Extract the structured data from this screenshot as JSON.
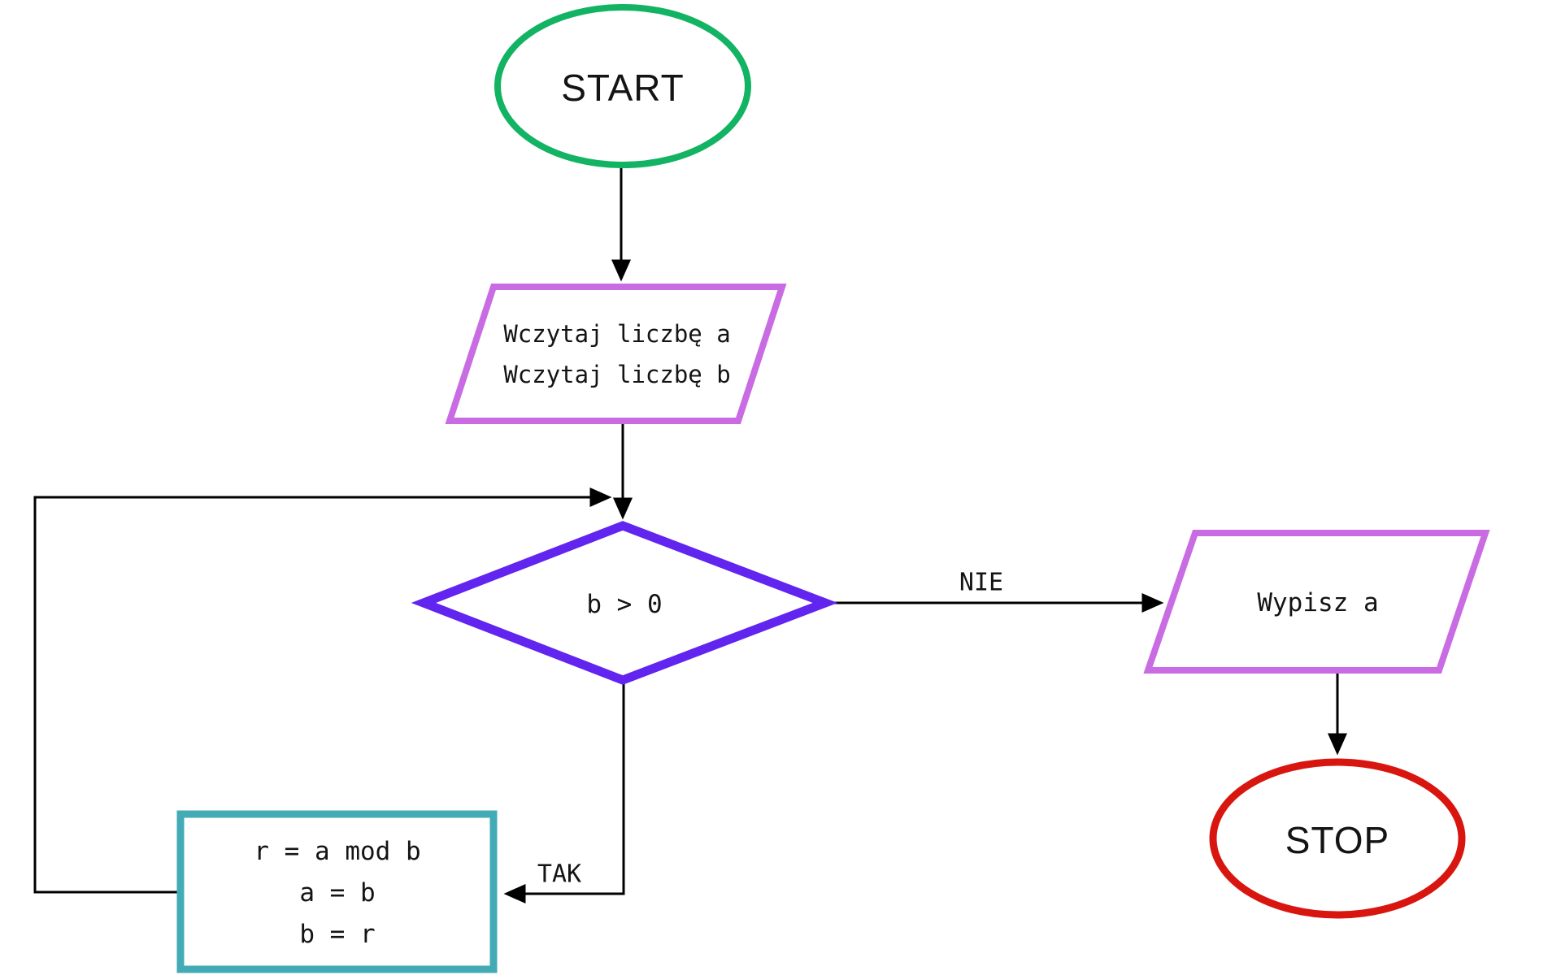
{
  "diagram": {
    "title_semantic": "flowchart-euclid-gcd",
    "nodes": {
      "start": {
        "label": "START"
      },
      "read_input": {
        "line1": "Wczytaj liczbę a",
        "line2": "Wczytaj liczbę b"
      },
      "decision": {
        "label": "b > 0"
      },
      "process": {
        "line1": "r = a mod b",
        "line2": "a = b",
        "line3": "b = r"
      },
      "output": {
        "label": "Wypisz a"
      },
      "stop": {
        "label": "STOP"
      }
    },
    "edges": {
      "no_label": "NIE",
      "yes_label": "TAK"
    },
    "colors": {
      "start_stroke": "#12b363",
      "io_stroke": "#c96be2",
      "decision_stroke": "#6125ef",
      "process_stroke": "#43abb6",
      "stop_stroke": "#d8160f",
      "line": "#000000"
    }
  }
}
